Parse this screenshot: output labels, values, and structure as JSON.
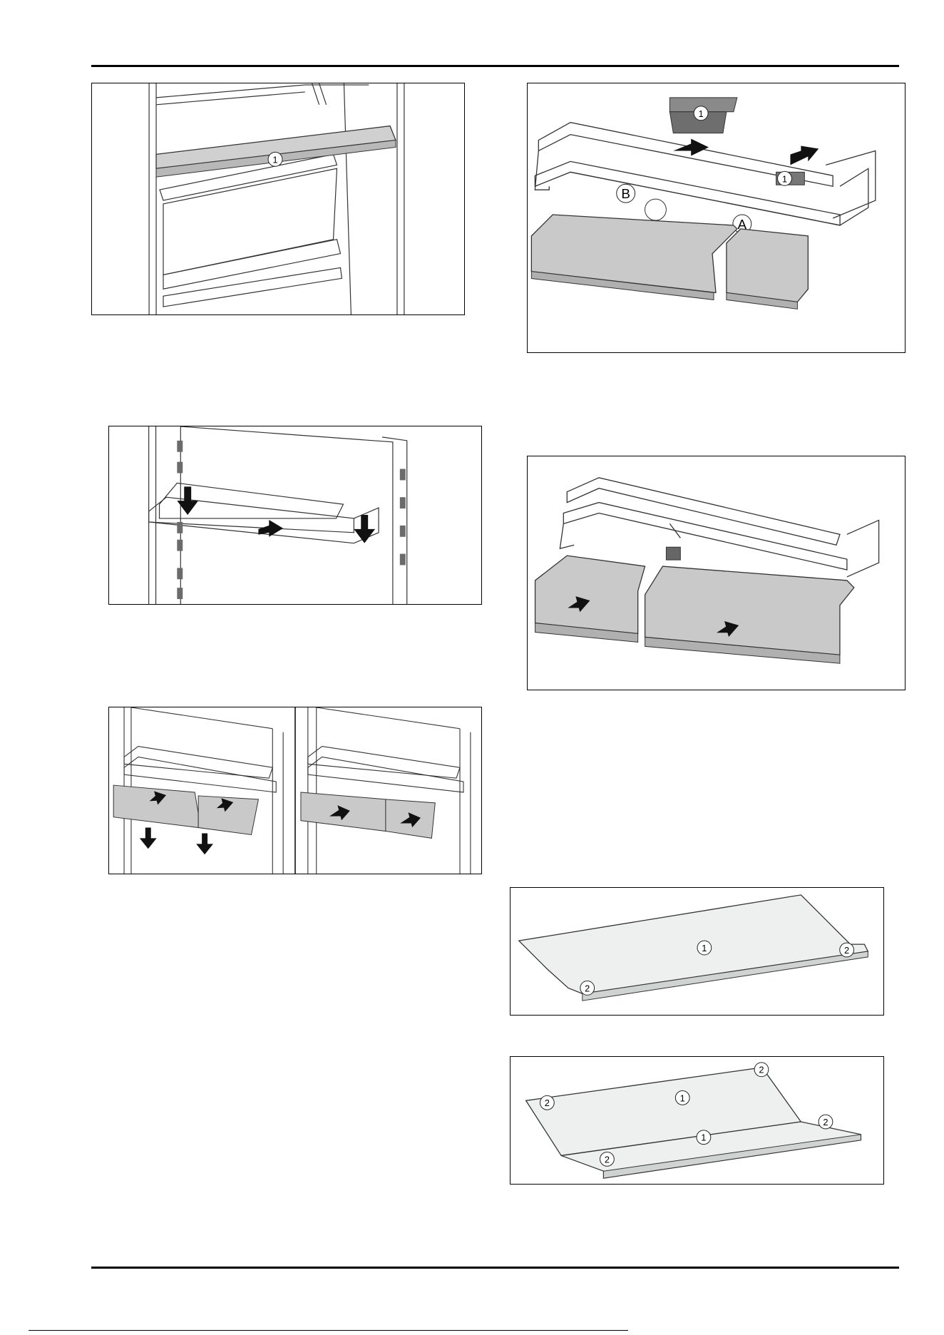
{
  "fig1": {
    "callouts": [
      "1"
    ]
  },
  "fig2": {
    "callouts": [
      "1",
      "1",
      "B",
      "A"
    ]
  },
  "fig7": {
    "callouts": [
      "1",
      "2",
      "2"
    ]
  },
  "fig8": {
    "callouts": [
      "2",
      "2",
      "1",
      "2",
      "1",
      "2"
    ]
  },
  "colors": {
    "outline": "#222222",
    "drawer_fill": "#c9c9c9",
    "shelf_fill": "#d2d2d2",
    "glass_fill": "#eef0ef"
  }
}
